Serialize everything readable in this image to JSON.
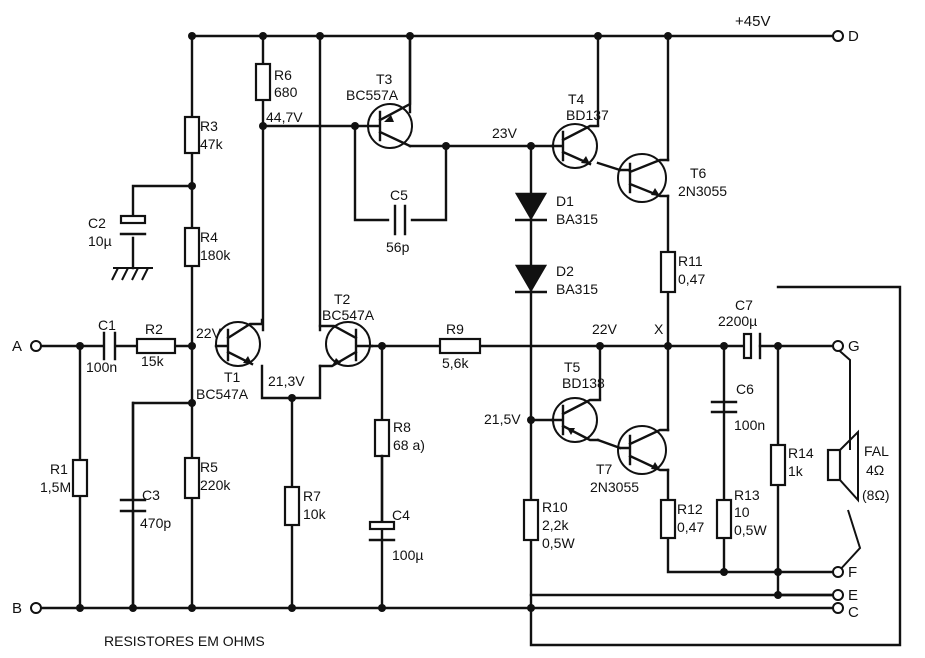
{
  "supply": {
    "label": "+45V"
  },
  "terminals": {
    "A": "A",
    "B": "B",
    "C": "C",
    "D": "D",
    "E": "E",
    "F": "F",
    "G": "G"
  },
  "components": {
    "R1": {
      "ref": "R1",
      "value": "1,5M"
    },
    "R2": {
      "ref": "R2",
      "value": "15k"
    },
    "R3": {
      "ref": "R3",
      "value": "47k"
    },
    "R4": {
      "ref": "R4",
      "value": "180k"
    },
    "R5": {
      "ref": "R5",
      "value": "220k"
    },
    "R6": {
      "ref": "R6",
      "value": "680"
    },
    "R7": {
      "ref": "R7",
      "value": "10k"
    },
    "R8": {
      "ref": "R8",
      "value": "68 a)"
    },
    "R9": {
      "ref": "R9",
      "value": "5,6k"
    },
    "R10": {
      "ref": "R10",
      "value": "2,2k",
      "power": "0,5W"
    },
    "R11": {
      "ref": "R11",
      "value": "0,47"
    },
    "R12": {
      "ref": "R12",
      "value": "0,47"
    },
    "R13": {
      "ref": "R13",
      "value": "10",
      "power": "0,5W"
    },
    "R14": {
      "ref": "R14",
      "value": "1k"
    },
    "C1": {
      "ref": "C1",
      "value": "100n"
    },
    "C2": {
      "ref": "C2",
      "value": "10µ"
    },
    "C3": {
      "ref": "C3",
      "value": "470p"
    },
    "C4": {
      "ref": "C4",
      "value": "100µ"
    },
    "C5": {
      "ref": "C5",
      "value": "56p"
    },
    "C6": {
      "ref": "C6",
      "value": "100n"
    },
    "C7": {
      "ref": "C7",
      "value": "2200µ"
    },
    "D1": {
      "ref": "D1",
      "value": "BA315"
    },
    "D2": {
      "ref": "D2",
      "value": "BA315"
    },
    "T1": {
      "ref": "T1",
      "value": "BC547A"
    },
    "T2": {
      "ref": "T2",
      "value": "BC547A"
    },
    "T3": {
      "ref": "T3",
      "value": "BC557A"
    },
    "T4": {
      "ref": "T4",
      "value": "BD137"
    },
    "T5": {
      "ref": "T5",
      "value": "BD138"
    },
    "T6": {
      "ref": "T6",
      "value": "2N3055"
    },
    "T7": {
      "ref": "T7",
      "value": "2N3055"
    },
    "FAL": {
      "ref": "FAL",
      "value": "4Ω",
      "alt": "(8Ω)"
    }
  },
  "voltages": {
    "v22a": "22V",
    "v44": "44,7V",
    "v21_3": "21,3V",
    "v23": "23V",
    "v22b": "22V",
    "v21_5": "21,5V",
    "x": "X"
  },
  "footer": "RESISTORES EM OHMS"
}
